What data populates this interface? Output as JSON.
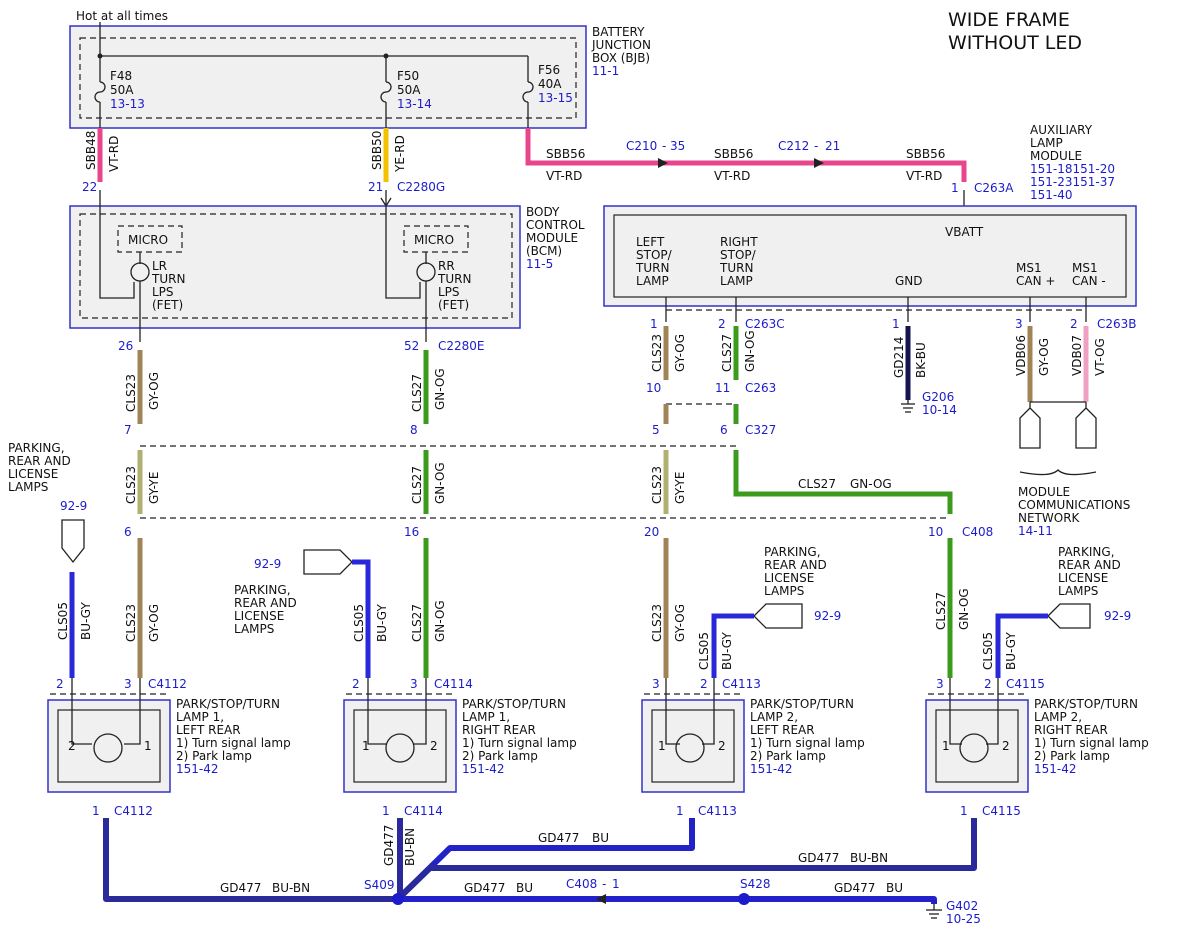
{
  "title": {
    "line1": "WIDE FRAME",
    "line2": "WITHOUT LED"
  },
  "hot_label": "Hot at all times",
  "bjb": {
    "l1": "BATTERY",
    "l2": "JUNCTION",
    "l3": "BOX (BJB)",
    "ref": "11-1"
  },
  "fuses": [
    {
      "name": "F48",
      "amp": "50A",
      "ref": "13-13"
    },
    {
      "name": "F50",
      "amp": "50A",
      "ref": "13-14"
    },
    {
      "name": "F56",
      "amp": "40A",
      "ref": "13-15"
    }
  ],
  "bcm": {
    "l1": "BODY",
    "l2": "CONTROL",
    "l3": "MODULE",
    "l4": "(BCM)",
    "ref": "11-5",
    "micro": "MICRO",
    "lr": [
      "LR",
      "TURN",
      "LPS",
      "(FET)"
    ],
    "rr": [
      "RR",
      "TURN",
      "LPS",
      "(FET)"
    ]
  },
  "alm": {
    "l1": "AUXILIARY",
    "l2": "LAMP",
    "l3": "MODULE",
    "r1": "151-18151-20",
    "r2": "151-23151-37",
    "r3": "151-40",
    "vbatt": "VBATT",
    "left": [
      "LEFT",
      "STOP/",
      "TURN",
      "LAMP"
    ],
    "right": [
      "RIGHT",
      "STOP/",
      "TURN",
      "LAMP"
    ],
    "gnd": "GND",
    "ms1p": [
      "MS1",
      "CAN +"
    ],
    "ms1n": [
      "MS1",
      "CAN -"
    ]
  },
  "wires": {
    "sbb48": "SBB48",
    "vtrd": "VT-RD",
    "sbb50": "SBB50",
    "yerd": "YE-RD",
    "sbb56": "SBB56",
    "cls23": "CLS23",
    "gyog": "GY-OG",
    "gyye": "GY-YE",
    "cls27": "CLS27",
    "gnog": "GN-OG",
    "cls05": "CLS05",
    "bugy": "BU-GY",
    "gd214": "GD214",
    "bkbu": "BK-BU",
    "vdb06": "VDB06",
    "vdb07": "VDB07",
    "vtog": "VT-OG",
    "gd477": "GD477",
    "bu": "BU",
    "bubn": "BU-BN"
  },
  "connectors": {
    "c2280g": "C2280G",
    "c2280e": "C2280E",
    "c263a": "C263A",
    "c263c": "C263C",
    "c263": "C263",
    "c263b": "C263B",
    "c327": "C327",
    "c408": "C408",
    "c210": "C210",
    "c212": "C212",
    "c4112": "C4112",
    "c4114": "C4114",
    "c4113": "C4113",
    "c4115": "C4115",
    "c408_1": "C408",
    "s409": "S409",
    "s428": "S428",
    "dash": "-"
  },
  "pins": {
    "p22": "22",
    "p21": "21",
    "p1": "1",
    "p2": "2",
    "p3": "3",
    "p5": "5",
    "p6": "6",
    "p7": "7",
    "p8": "8",
    "p10": "10",
    "p11": "11",
    "p16": "16",
    "p20": "20",
    "p26": "26",
    "p52": "52",
    "p35": "35",
    "p21b": "21"
  },
  "grounds": {
    "g206": "G206",
    "g206_ref": "10-14",
    "g402": "G402",
    "g402_ref": "10-25"
  },
  "mcn": {
    "l1": "MODULE",
    "l2": "COMMUNICATIONS",
    "l3": "NETWORK",
    "ref": "14-11"
  },
  "prl": {
    "l1": "PARKING,",
    "l2": "REAR AND",
    "l3": "LICENSE",
    "l4": "LAMPS",
    "ref": "92-9"
  },
  "lamps": [
    {
      "l1": "PARK/STOP/TURN",
      "l2": "LAMP 1,",
      "l3": "LEFT REAR",
      "l4": "1) Turn signal lamp",
      "l5": "2) Park lamp",
      "ref": "151-42"
    },
    {
      "l1": "PARK/STOP/TURN",
      "l2": "LAMP 1,",
      "l3": "RIGHT REAR",
      "l4": "1) Turn signal lamp",
      "l5": "2) Park lamp",
      "ref": "151-42"
    },
    {
      "l1": "PARK/STOP/TURN",
      "l2": "LAMP 2,",
      "l3": "LEFT REAR",
      "l4": "1) Turn signal lamp",
      "l5": "2) Park lamp",
      "ref": "151-42"
    },
    {
      "l1": "PARK/STOP/TURN",
      "l2": "LAMP 2,",
      "l3": "RIGHT REAR",
      "l4": "1) Turn signal lamp",
      "l5": "2) Park lamp",
      "ref": "151-42"
    }
  ],
  "colors": {
    "vt_rd": "#e8468c",
    "ye_rd": "#f2c200",
    "gy_og": "#a08458",
    "gy_ye": "#b0b070",
    "gn_og": "#3c9a1c",
    "bu_gy": "#2828d8",
    "bu": "#2222c8",
    "bk_bu": "#141450",
    "box": "#3232c8",
    "ref": "#1c1ccc"
  }
}
